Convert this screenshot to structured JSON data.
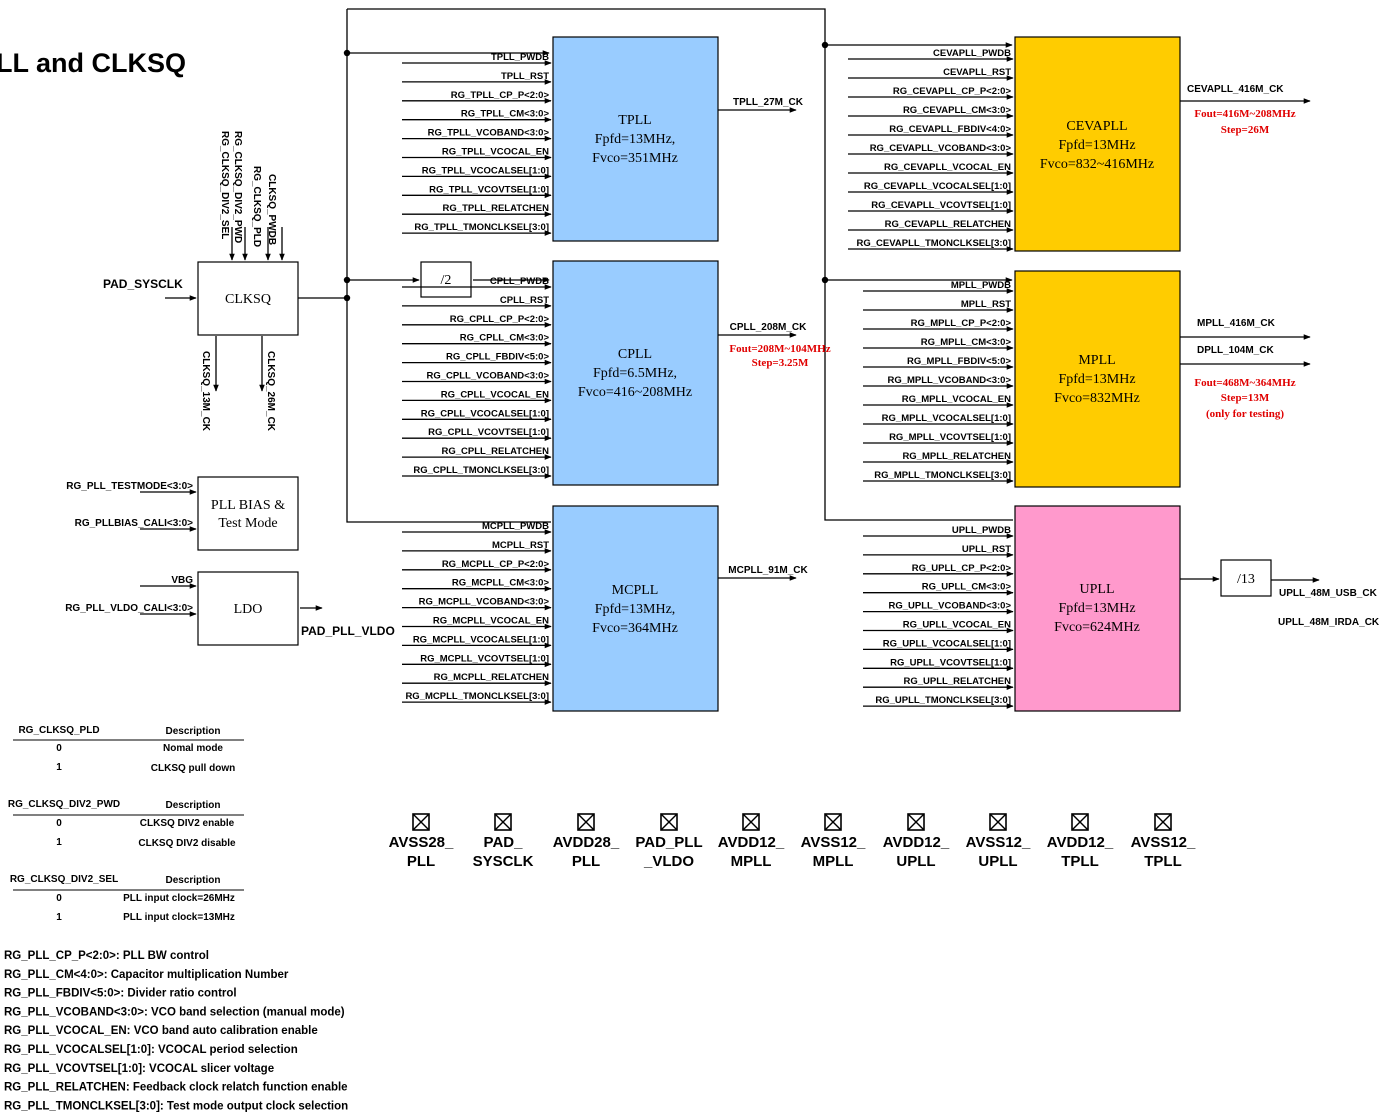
{
  "title": "PLL and CLKSQ",
  "colors": {
    "tpll": "#99ccff",
    "cpll": "#99ccff",
    "mcpll": "#99ccff",
    "cevapll": "#ffcc00",
    "mpll": "#ffcc00",
    "upll": "#ff99cc",
    "note": "#e00000"
  },
  "clksq": {
    "label": "CLKSQ",
    "in_signal": "PAD_SYSCLK",
    "top_inputs": [
      "RG_CLKSQ_DIV2_SEL",
      "RG_CLKSQ_DIV2_PWD",
      "RG_CLKSQ_PLD",
      "CLKSQ_PWDB"
    ],
    "out1": "CLKSQ_13M_CK",
    "out2": "CLKSQ_26M_CK",
    "div_label": "/2"
  },
  "bias": {
    "line1": "PLL BIAS &",
    "line2": "Test Mode",
    "in1": "RG_PLL_TESTMODE<3:0>",
    "in2": "RG_PLLBIAS_CALI<3:0>"
  },
  "ldo": {
    "label": "LDO",
    "in1": "VBG",
    "in2": "RG_PLL_VLDO_CALI<3:0>",
    "out": "PAD_PLL_VLDO"
  },
  "plls": {
    "tpll": {
      "name": "TPLL",
      "fpfd": "Fpfd=13MHz,",
      "fvco": "Fvco=351MHz",
      "inputs": [
        "TPLL_PWDB",
        "TPLL_RST",
        "RG_TPLL_CP_P<2:0>",
        "RG_TPLL_CM<3:0>",
        "RG_TPLL_VCOBAND<3:0>",
        "RG_TPLL_VCOCAL_EN",
        "RG_TPLL_VCOCALSEL[1:0]",
        "RG_TPLL_VCOVTSEL[1:0]",
        "RG_TPLL_RELATCHEN",
        "RG_TPLL_TMONCLKSEL[3:0]"
      ],
      "outputs": [
        "TPLL_27M_CK"
      ],
      "notes": []
    },
    "cpll": {
      "name": "CPLL",
      "fpfd": "Fpfd=6.5MHz,",
      "fvco": "Fvco=416~208MHz",
      "inputs": [
        "CPLL_PWDB",
        "CPLL_RST",
        "RG_CPLL_CP_P<2:0>",
        "RG_CPLL_CM<3:0>",
        "RG_CPLL_FBDIV<5:0>",
        "RG_CPLL_VCOBAND<3:0>",
        "RG_CPLL_VCOCAL_EN",
        "RG_CPLL_VCOCALSEL[1:0]",
        "RG_CPLL_VCOVTSEL[1:0]",
        "RG_CPLL_RELATCHEN",
        "RG_CPLL_TMONCLKSEL[3:0]"
      ],
      "outputs": [
        "CPLL_208M_CK"
      ],
      "notes": [
        "Fout=208M~104MHz",
        "Step=3.25M"
      ]
    },
    "mcpll": {
      "name": "MCPLL",
      "fpfd": "Fpfd=13MHz,",
      "fvco": "Fvco=364MHz",
      "inputs": [
        "MCPLL_PWDB",
        "MCPLL_RST",
        "RG_MCPLL_CP_P<2:0>",
        "RG_MCPLL_CM<3:0>",
        "RG_MCPLL_VCOBAND<3:0>",
        "RG_MCPLL_VCOCAL_EN",
        "RG_MCPLL_VCOCALSEL[1:0]",
        "RG_MCPLL_VCOVTSEL[1:0]",
        "RG_MCPLL_RELATCHEN",
        "RG_MCPLL_TMONCLKSEL[3:0]"
      ],
      "outputs": [
        "MCPLL_91M_CK"
      ],
      "notes": []
    },
    "cevapll": {
      "name": "CEVAPLL",
      "fpfd": "Fpfd=13MHz",
      "fvco": "Fvco=832~416MHz",
      "inputs": [
        "CEVAPLL_PWDB",
        "CEVAPLL_RST",
        "RG_CEVAPLL_CP_P<2:0>",
        "RG_CEVAPLL_CM<3:0>",
        "RG_CEVAPLL_FBDIV<4:0>",
        "RG_CEVAPLL_VCOBAND<3:0>",
        "RG_CEVAPLL_VCOCAL_EN",
        "RG_CEVAPLL_VCOCALSEL[1:0]",
        "RG_CEVAPLL_VCOVTSEL[1:0]",
        "RG_CEVAPLL_RELATCHEN",
        "RG_CEVAPLL_TMONCLKSEL[3:0]"
      ],
      "outputs": [
        "CEVAPLL_416M_CK"
      ],
      "notes": [
        "Fout=416M~208MHz",
        "Step=26M"
      ]
    },
    "mpll": {
      "name": "MPLL",
      "fpfd": "Fpfd=13MHz",
      "fvco": "Fvco=832MHz",
      "inputs": [
        "MPLL_PWDB",
        "MPLL_RST",
        "RG_MPLL_CP_P<2:0>",
        "RG_MPLL_CM<3:0>",
        "RG_MPLL_FBDIV<5:0>",
        "RG_MPLL_VCOBAND<3:0>",
        "RG_MPLL_VCOCAL_EN",
        "RG_MPLL_VCOCALSEL[1:0]",
        "RG_MPLL_VCOVTSEL[1:0]",
        "RG_MPLL_RELATCHEN",
        "RG_MPLL_TMONCLKSEL[3:0]"
      ],
      "outputs": [
        "MPLL_416M_CK",
        "DPLL_104M_CK"
      ],
      "notes": [
        "Fout=468M~364MHz",
        "Step=13M",
        "(only for testing)"
      ]
    },
    "upll": {
      "name": "UPLL",
      "fpfd": "Fpfd=13MHz",
      "fvco": "Fvco=624MHz",
      "inputs": [
        "UPLL_PWDB",
        "UPLL_RST",
        "RG_UPLL_CP_P<2:0>",
        "RG_UPLL_CM<3:0>",
        "RG_UPLL_VCOBAND<3:0>",
        "RG_UPLL_VCOCAL_EN",
        "RG_UPLL_VCOCALSEL[1:0]",
        "RG_UPLL_VCOVTSEL[1:0]",
        "RG_UPLL_RELATCHEN",
        "RG_UPLL_TMONCLKSEL[3:0]"
      ],
      "div": "/13",
      "outputs": [
        "UPLL_48M_USB_CK",
        "UPLL_48M_IRDA_CK"
      ],
      "notes": []
    }
  },
  "pads": [
    {
      "line1": "AVSS28_",
      "line2": "PLL"
    },
    {
      "line1": "PAD_",
      "line2": "SYSCLK"
    },
    {
      "line1": "AVDD28_",
      "line2": "PLL"
    },
    {
      "line1": "PAD_PLL",
      "line2": "_VLDO"
    },
    {
      "line1": "AVDD12_",
      "line2": "MPLL"
    },
    {
      "line1": "AVSS12_",
      "line2": "MPLL"
    },
    {
      "line1": "AVDD12_",
      "line2": "UPLL"
    },
    {
      "line1": "AVSS12_",
      "line2": "UPLL"
    },
    {
      "line1": "AVDD12_",
      "line2": "TPLL"
    },
    {
      "line1": "AVSS12_",
      "line2": "TPLL"
    }
  ],
  "tables": [
    {
      "header": [
        "RG_CLKSQ_PLD",
        "Description"
      ],
      "rows": [
        [
          "0",
          "Nomal mode"
        ],
        [
          "1",
          "CLKSQ pull down"
        ]
      ]
    },
    {
      "header": [
        "RG_CLKSQ_DIV2_PWD",
        "Description"
      ],
      "rows": [
        [
          "0",
          "CLKSQ DIV2 enable"
        ],
        [
          "1",
          "CLKSQ DIV2 disable"
        ]
      ]
    },
    {
      "header": [
        "RG_CLKSQ_DIV2_SEL",
        "Description"
      ],
      "rows": [
        [
          "0",
          "PLL input clock=26MHz"
        ],
        [
          "1",
          "PLL input clock=13MHz"
        ]
      ]
    }
  ],
  "notes": [
    "RG_PLL_CP_P<2:0>: PLL BW control",
    "RG_PLL_CM<4:0>: Capacitor multiplication Number",
    "RG_PLL_FBDIV<5:0>: Divider ratio control",
    "RG_PLL_VCOBAND<3:0>: VCO band selection (manual mode)",
    "RG_PLL_VCOCAL_EN: VCO band auto calibration enable",
    "RG_PLL_VCOCALSEL[1:0]: VCOCAL period selection",
    "RG_PLL_VCOVTSEL[1:0]: VCOCAL slicer voltage",
    "RG_PLL_RELATCHEN: Feedback clock relatch function enable",
    "RG_PLL_TMONCLKSEL[3:0]: Test mode output clock selection"
  ]
}
